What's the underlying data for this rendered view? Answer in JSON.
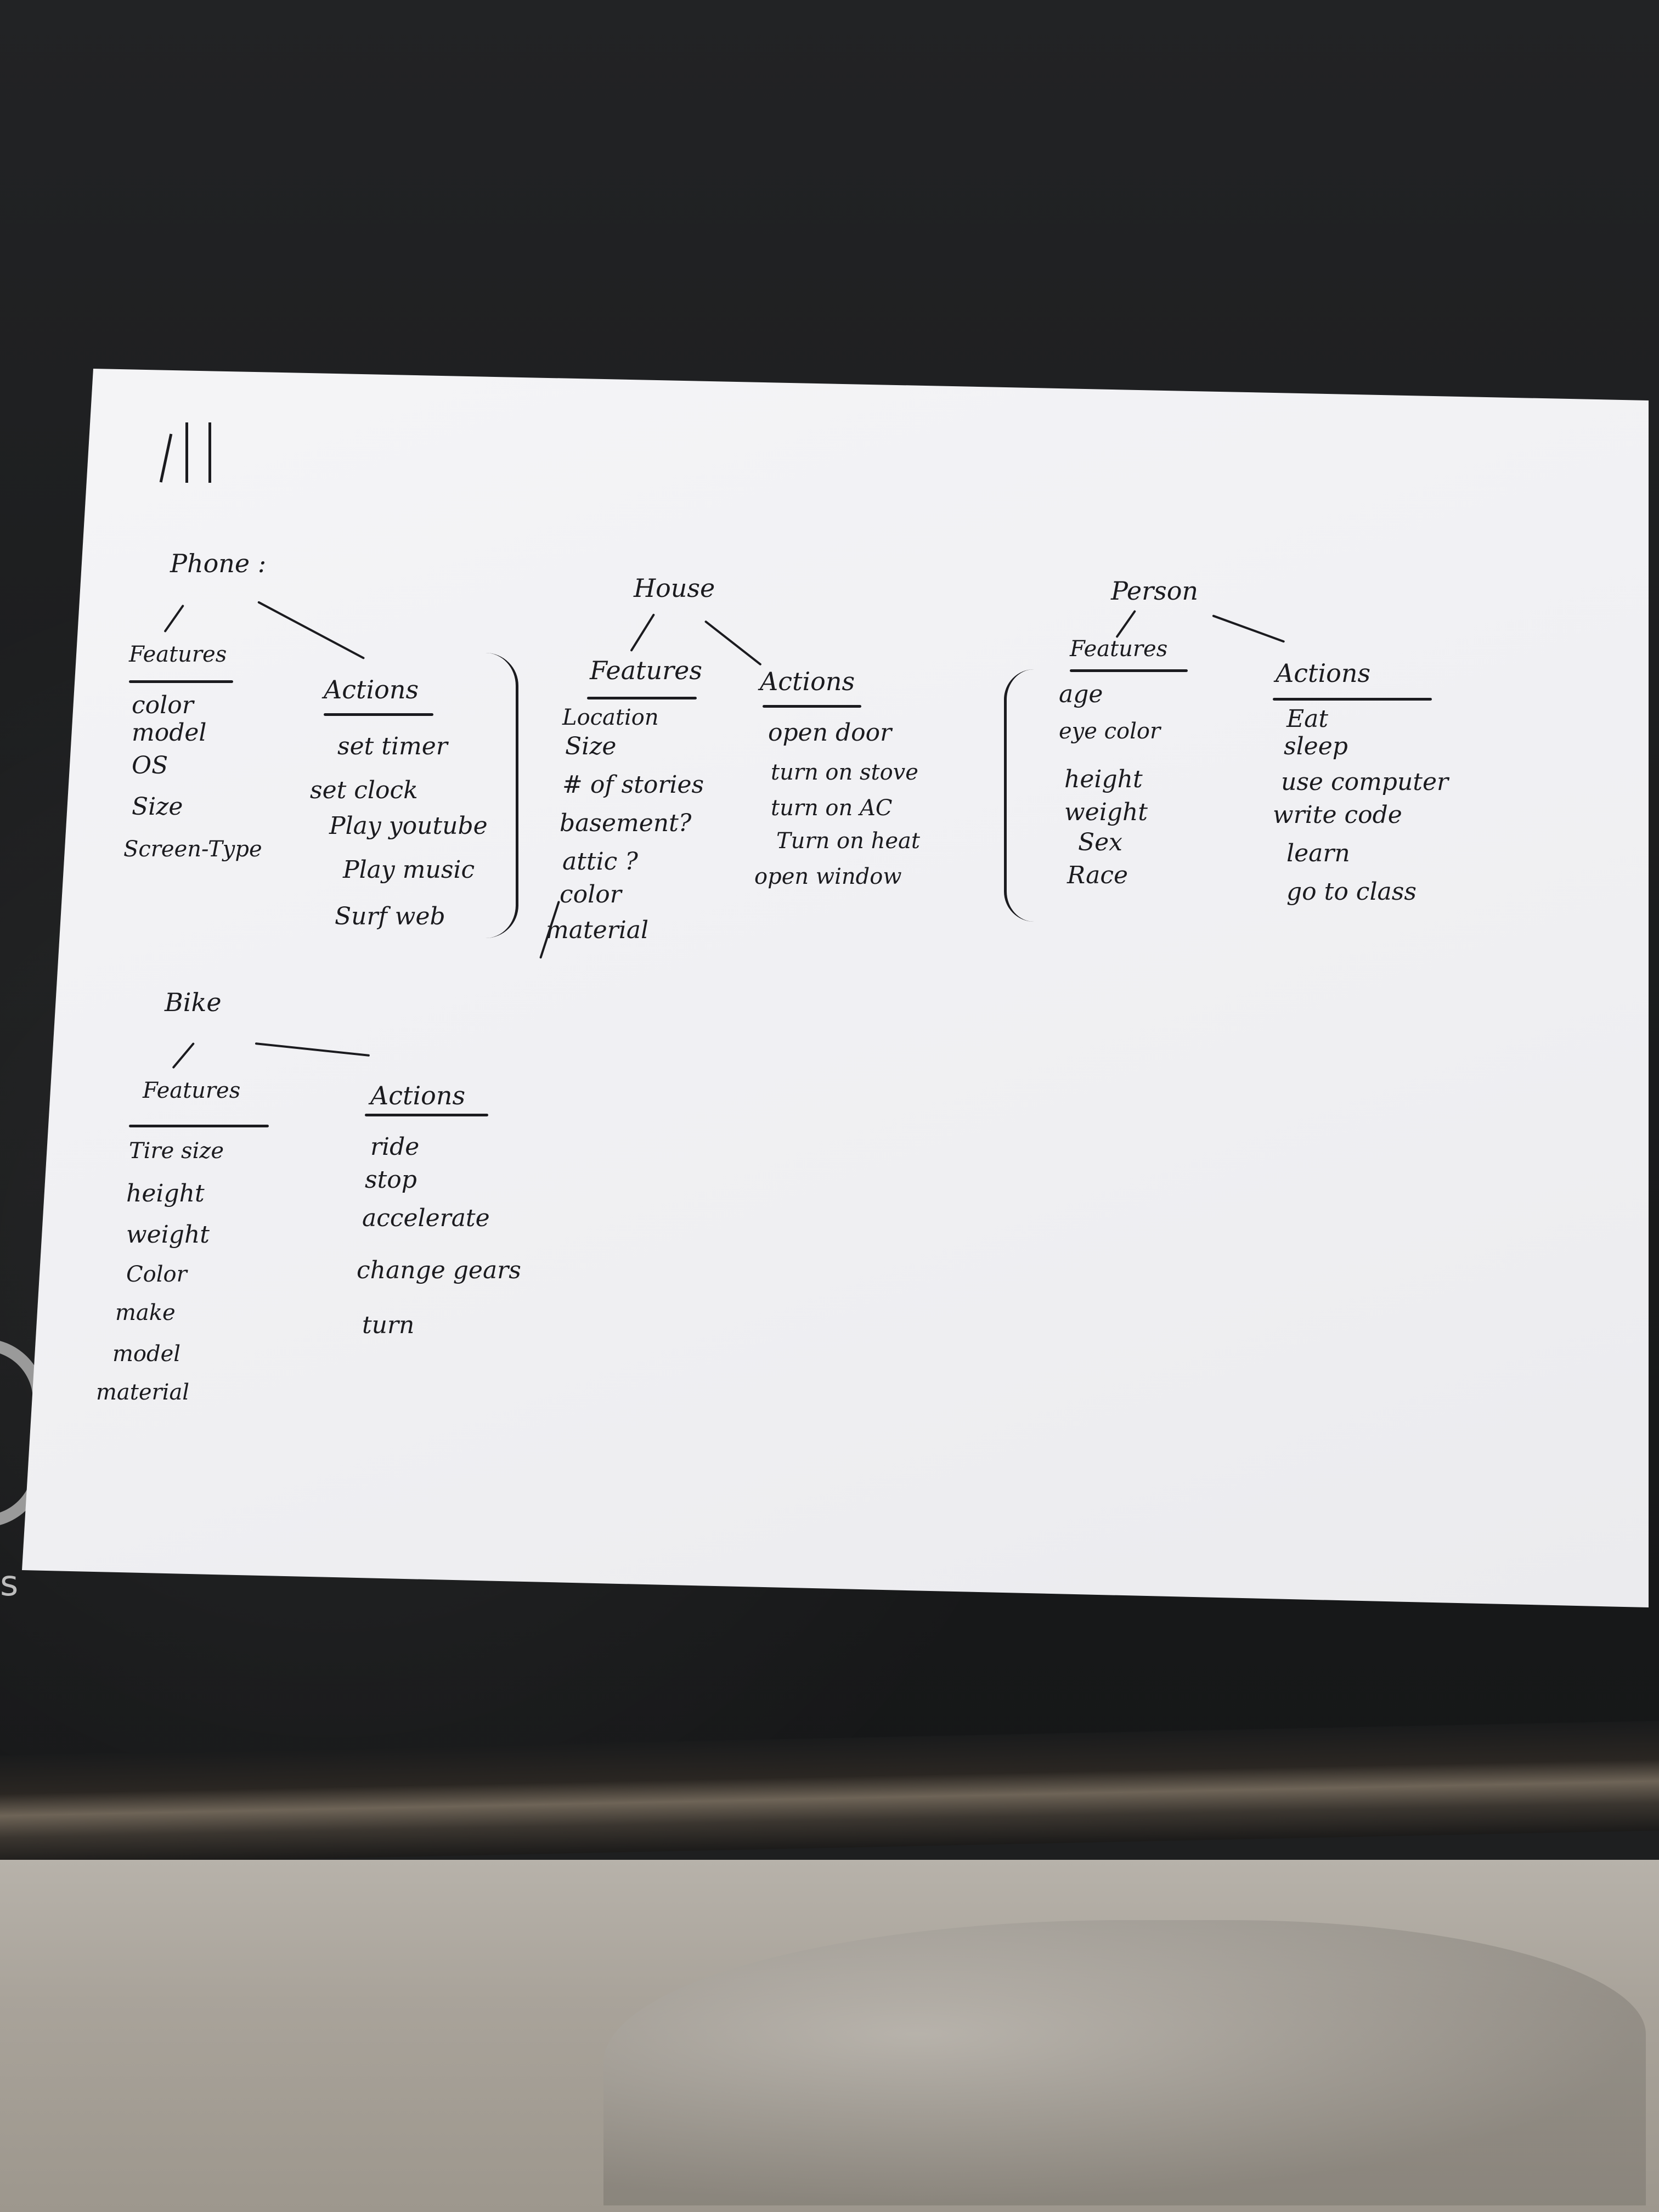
{
  "phone": {
    "title": "Phone :",
    "features_label": "Features",
    "actions_label": "Actions",
    "features": [
      "color",
      "model",
      "OS",
      "Size",
      "Screen-Type"
    ],
    "actions": [
      "set timer",
      "set clock",
      "Play youtube",
      "Play music",
      "Surf web"
    ]
  },
  "house": {
    "title": "House",
    "features_label": "Features",
    "actions_label": "Actions",
    "features": [
      "Location",
      "Size",
      "# of stories",
      "basement?",
      "attic ?",
      "color",
      "material"
    ],
    "actions": [
      "open door",
      "turn on stove",
      "turn on AC",
      "Turn on heat",
      "open window"
    ]
  },
  "person": {
    "title": "Person",
    "features_label": "Features",
    "actions_label": "Actions",
    "features": [
      "age",
      "eye color",
      "height",
      "weight",
      "Sex",
      "Race"
    ],
    "actions": [
      "Eat",
      "sleep",
      "use computer",
      "write code",
      "learn",
      "go to class"
    ]
  },
  "bike": {
    "title": "Bike",
    "features_label": "Features",
    "actions_label": "Actions",
    "features": [
      "Tire size",
      "height",
      "weight",
      "Color",
      "make",
      "model",
      "material"
    ],
    "actions": [
      "ride",
      "stop",
      "accelerate",
      "change gears",
      "turn"
    ]
  }
}
